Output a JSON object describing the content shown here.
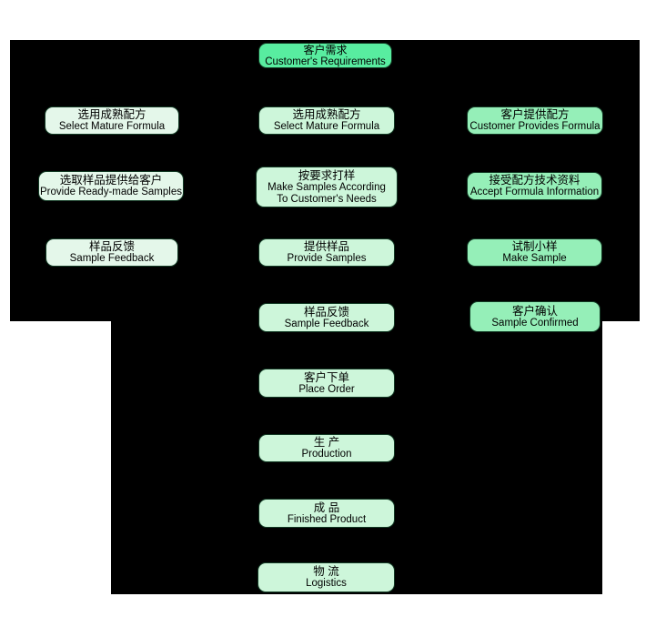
{
  "colors": {
    "page_bg": "#ffffff",
    "canvas_bg": "#000000",
    "top_fill": "#58eda0",
    "left_fill": "#e4f7ea",
    "middle_fill": "#cdf6da",
    "right_fill": "#95efb8",
    "box_border": "#123a24",
    "text_color": "#000000"
  },
  "nodes": {
    "customer_requirements": {
      "zh": "客户需求",
      "en": "Customer's Requirements"
    },
    "left_select_mature": {
      "zh": "选用成熟配方",
      "en": "Select Mature Formula"
    },
    "left_provide_ready": {
      "zh": "选取样品提供给客户",
      "en": "Provide Ready-made Samples"
    },
    "left_sample_feedback": {
      "zh": "样品反馈",
      "en": "Sample Feedback"
    },
    "mid_select_mature": {
      "zh": "选用成熟配方",
      "en": "Select Mature Formula"
    },
    "mid_make_samples": {
      "zh": "按要求打样",
      "en1": "Make Samples According",
      "en2": "To Customer's Needs"
    },
    "mid_provide_samples": {
      "zh": "提供样品",
      "en": "Provide Samples"
    },
    "mid_sample_feedback": {
      "zh": "样品反馈",
      "en": "Sample Feedback"
    },
    "mid_place_order": {
      "zh": "客户下单",
      "en": "Place Order"
    },
    "mid_production": {
      "zh": "生 产",
      "en": "Production"
    },
    "mid_finished_product": {
      "zh": "成 品",
      "en": "Finished Product"
    },
    "mid_logistics": {
      "zh": "物 流",
      "en": "Logistics"
    },
    "right_customer_formula": {
      "zh": "客户提供配方",
      "en": "Customer Provides Formula"
    },
    "right_accept_info": {
      "zh": "接受配方技术资料",
      "en": "Accept Formula Information"
    },
    "right_make_sample": {
      "zh": "试制小样",
      "en": "Make Sample"
    },
    "right_sample_confirmed": {
      "zh": "客户确认",
      "en": "Sample Confirmed"
    }
  }
}
